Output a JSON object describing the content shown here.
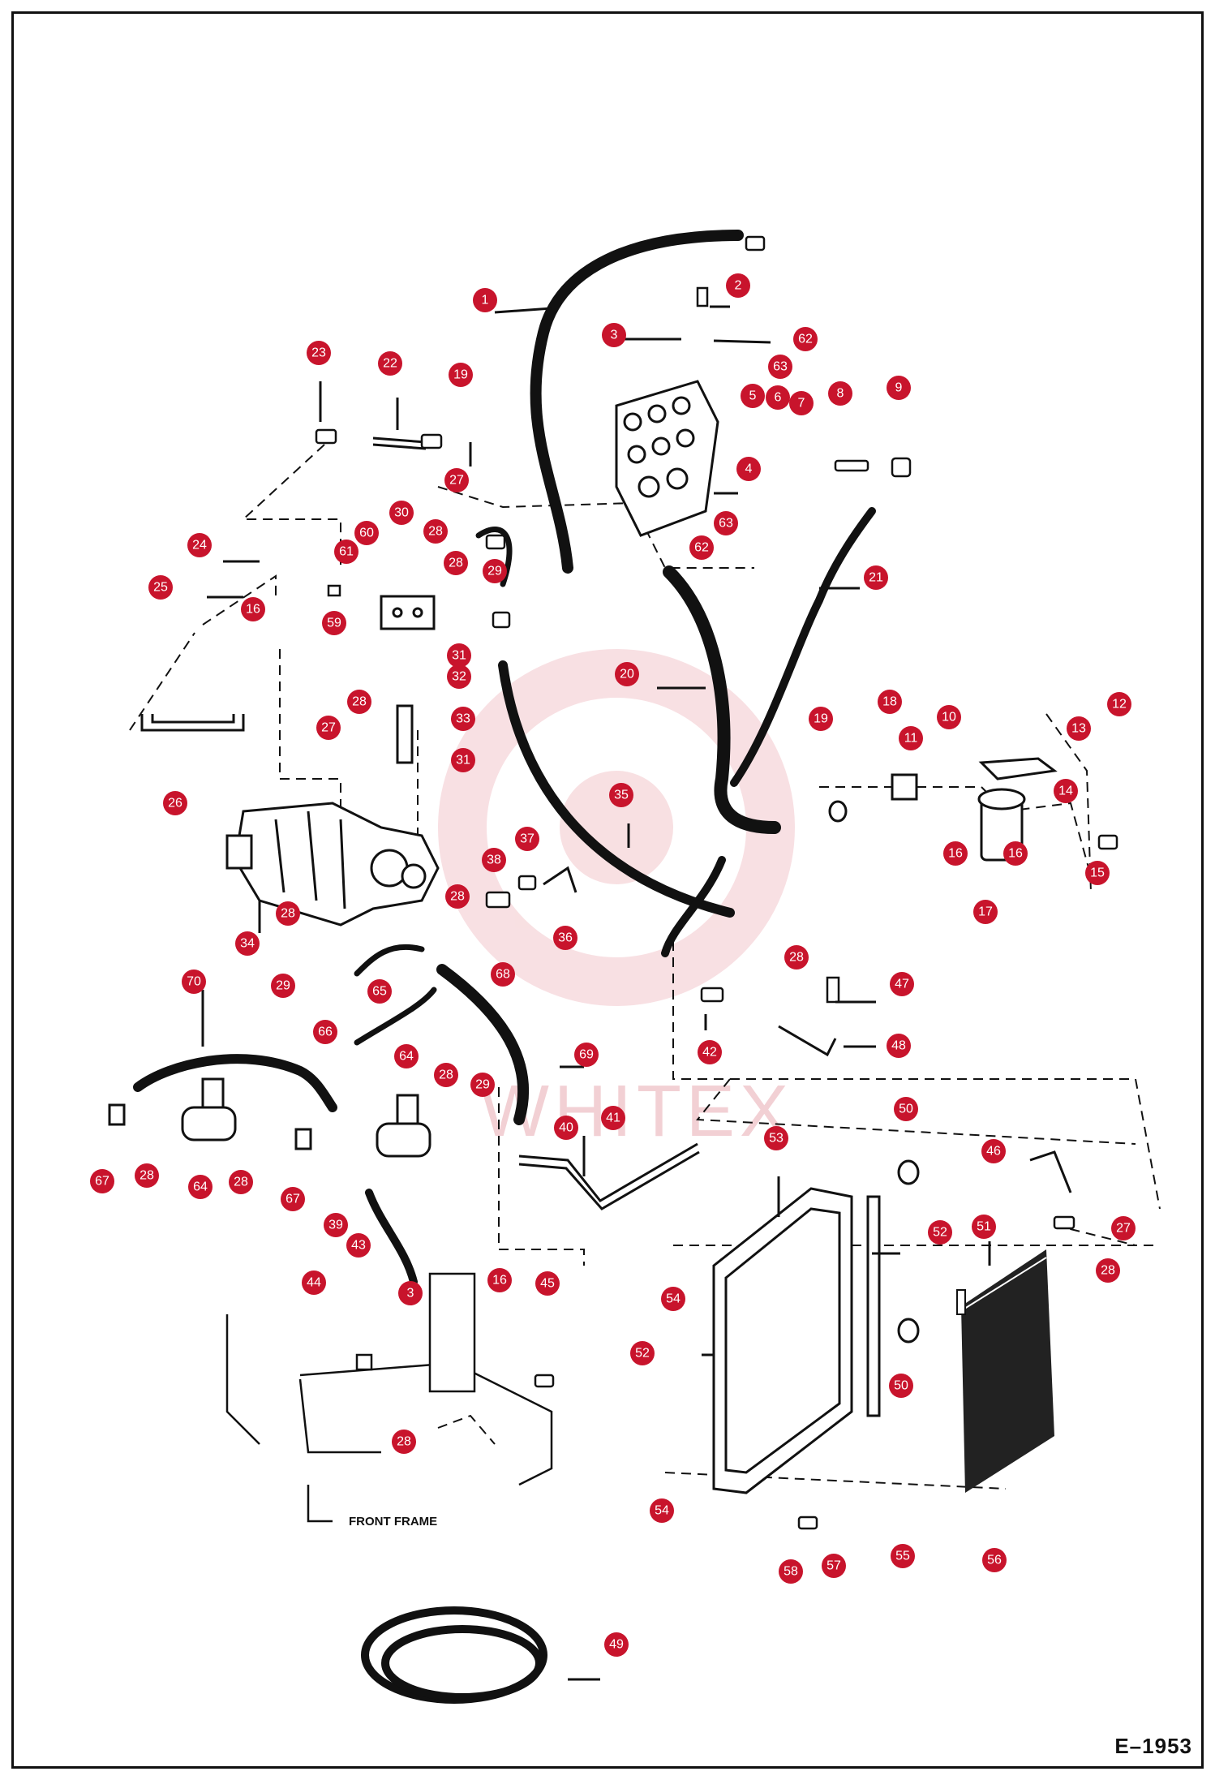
{
  "diagram_code": "E–1953",
  "frame_label": "FRONT FRAME",
  "watermark_text": "WHITEX",
  "colors": {
    "marker": "#c8142c",
    "line": "#111111",
    "watermark": "#f3c7cc"
  },
  "callouts": {
    "c1": "1",
    "c2": "2",
    "c3a": "3",
    "c3b": "3",
    "c4": "4",
    "c5": "5",
    "c6": "6",
    "c7": "7",
    "c8": "8",
    "c9": "9",
    "c10": "10",
    "c11": "11",
    "c12": "12",
    "c13": "13",
    "c14": "14",
    "c15": "15",
    "c16a": "16",
    "c16b": "16",
    "c16c": "16",
    "c16d": "16",
    "c17": "17",
    "c18": "18",
    "c19a": "19",
    "c19b": "19",
    "c20": "20",
    "c21": "21",
    "c22": "22",
    "c23": "23",
    "c24": "24",
    "c25": "25",
    "c26": "26",
    "c27a": "27",
    "c27b": "27",
    "c27c": "27",
    "c28a": "28",
    "c28b": "28",
    "c28c": "28",
    "c28d": "28",
    "c28e": "28",
    "c28f": "28",
    "c28g": "28",
    "c28h": "28",
    "c28i": "28",
    "c28j": "28",
    "c28k": "28",
    "c29a": "29",
    "c29b": "29",
    "c29c": "29",
    "c30": "30",
    "c31a": "31",
    "c31b": "31",
    "c32": "32",
    "c33": "33",
    "c34": "34",
    "c35": "35",
    "c36": "36",
    "c37": "37",
    "c38": "38",
    "c39": "39",
    "c40": "40",
    "c41": "41",
    "c42": "42",
    "c43": "43",
    "c44": "44",
    "c45": "45",
    "c46": "46",
    "c47": "47",
    "c48": "48",
    "c49": "49",
    "c50a": "50",
    "c50b": "50",
    "c51": "51",
    "c52a": "52",
    "c52b": "52",
    "c53": "53",
    "c54a": "54",
    "c54b": "54",
    "c55": "55",
    "c56": "56",
    "c57": "57",
    "c58": "58",
    "c59": "59",
    "c60": "60",
    "c61": "61",
    "c62a": "62",
    "c62b": "62",
    "c63a": "63",
    "c63b": "63",
    "c64a": "64",
    "c64b": "64",
    "c65": "65",
    "c66": "66",
    "c67a": "67",
    "c67b": "67",
    "c68": "68",
    "c69": "69",
    "c70": "70"
  }
}
